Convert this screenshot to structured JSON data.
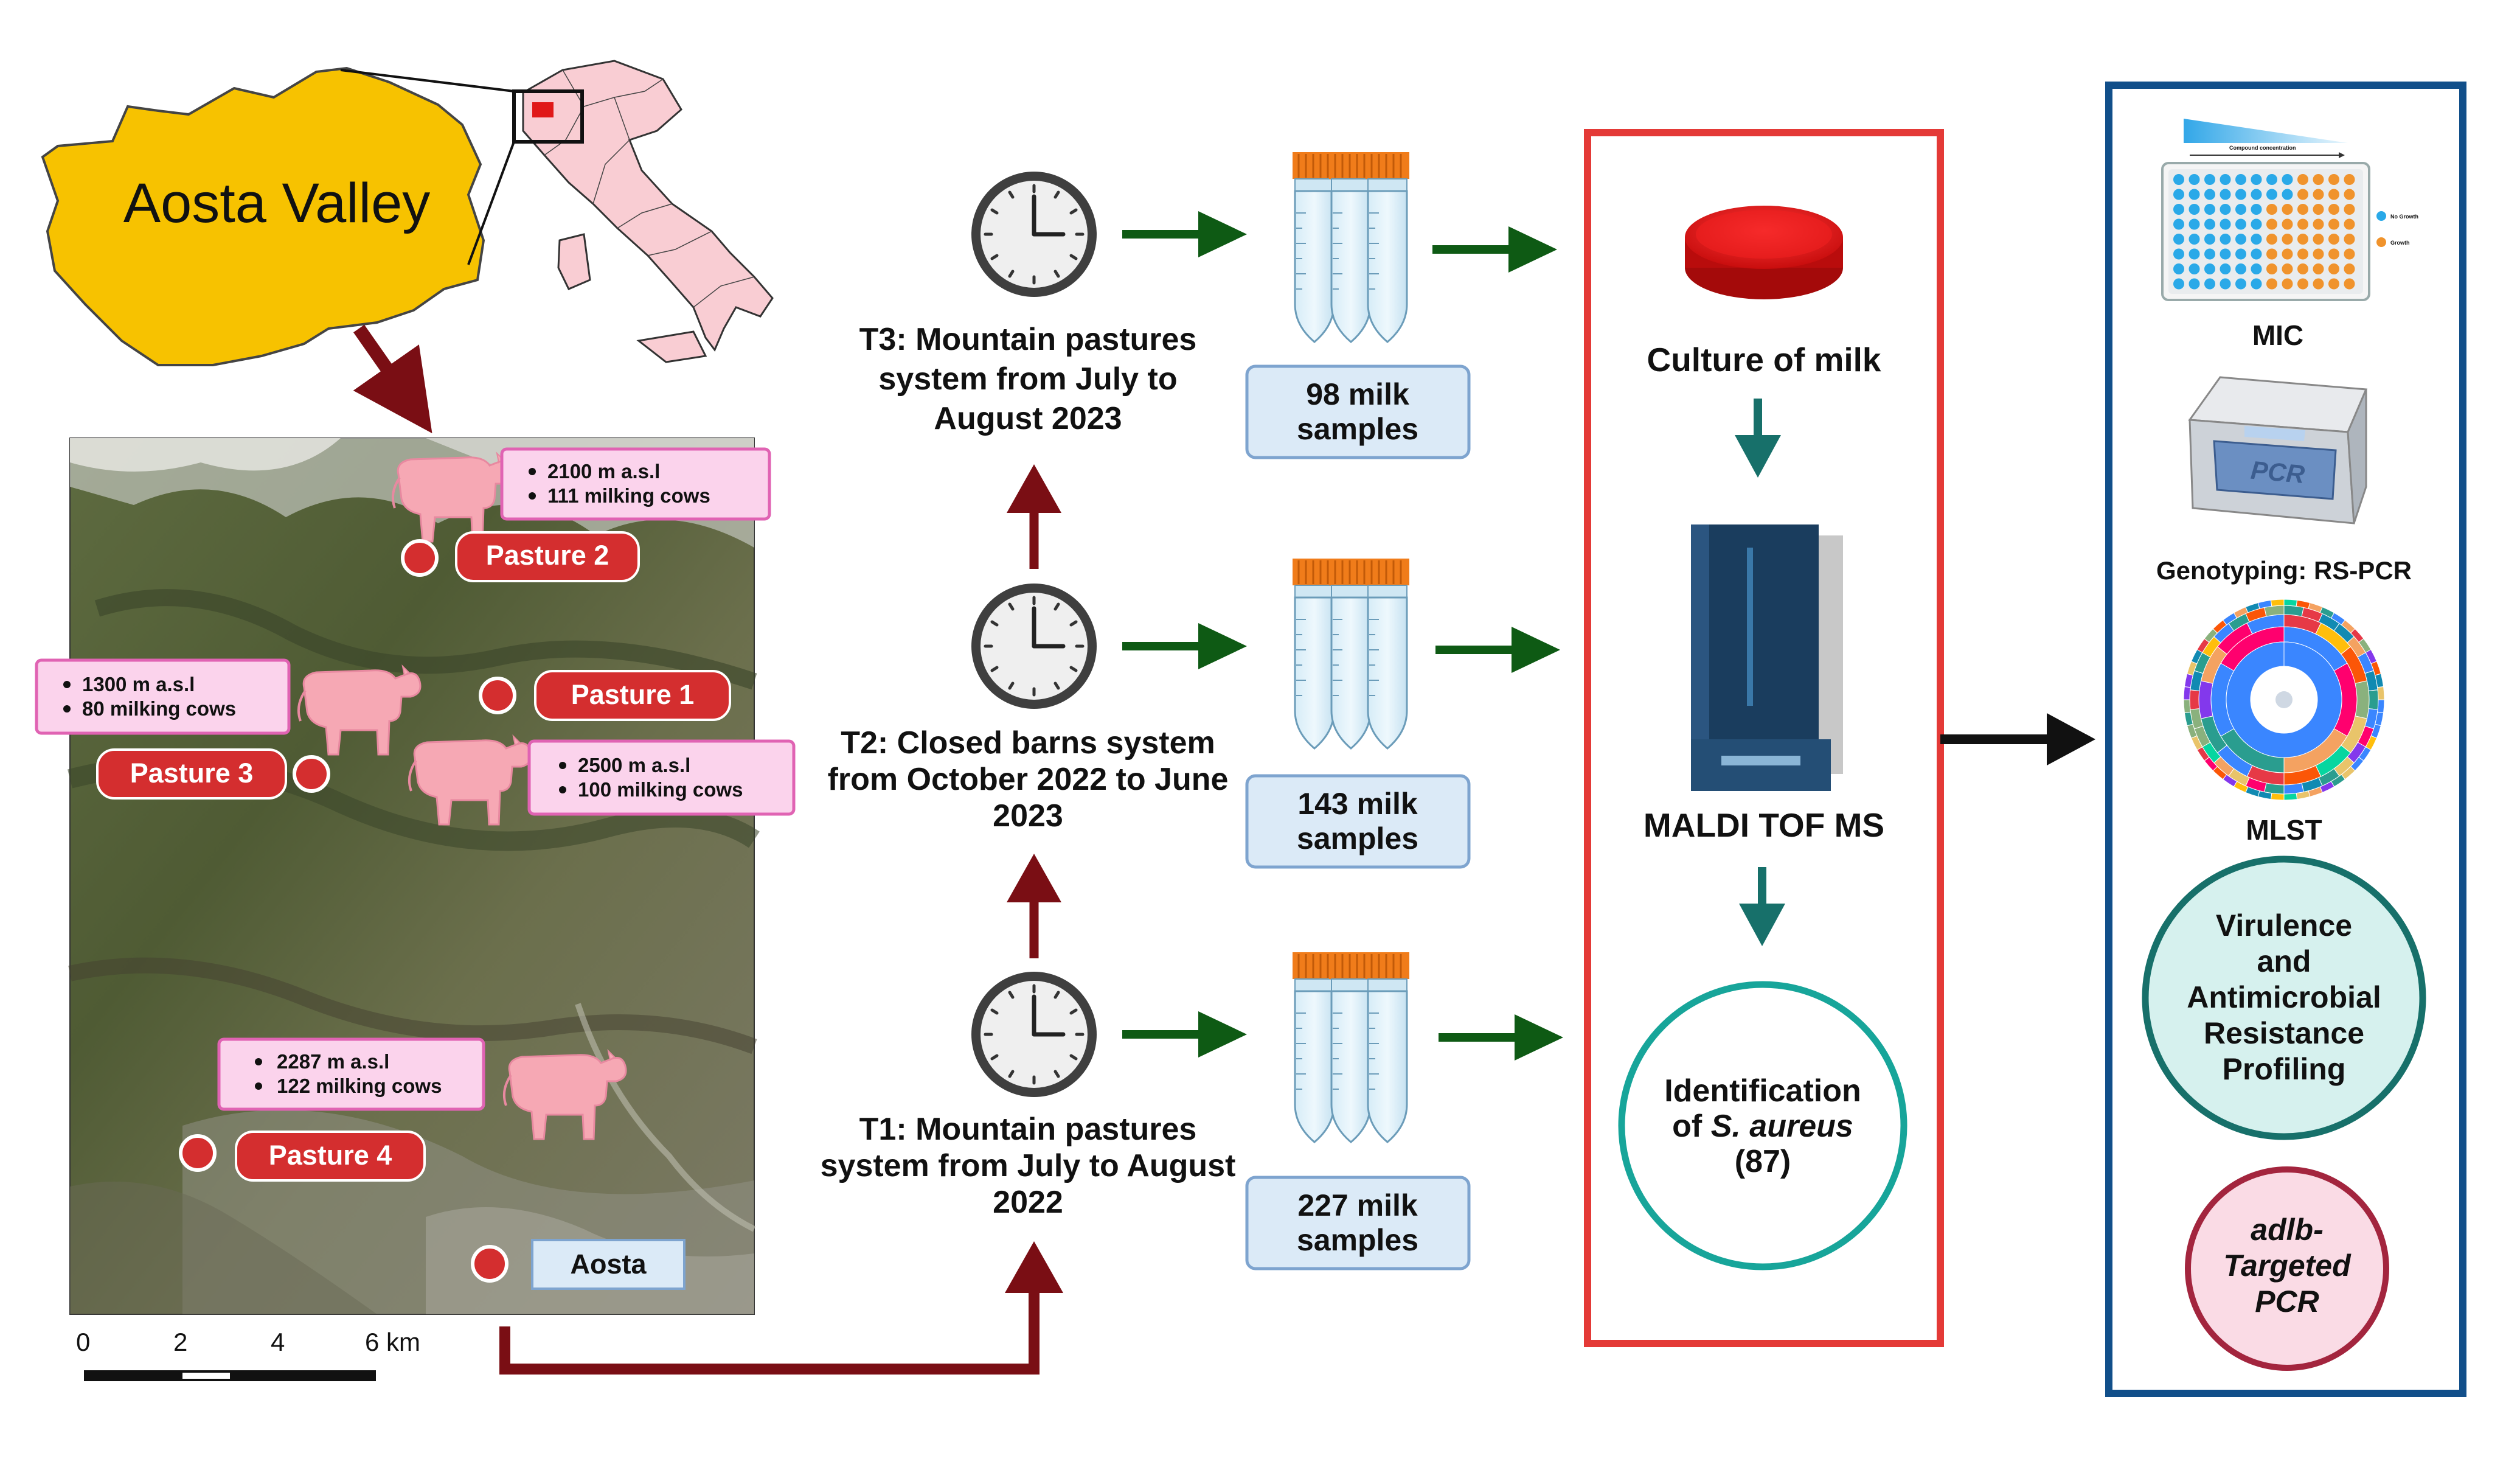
{
  "map": {
    "region_label": "Aosta Valley",
    "scale_ticks": [
      "0",
      "2",
      "4",
      "6 km"
    ],
    "pastures": [
      {
        "name": "Pasture 2",
        "altitude": "2100 m a.s.l",
        "cows": "111 milking cows"
      },
      {
        "name": "Pasture 1",
        "altitude": "2500 m a.s.l",
        "cows": "100 milking cows"
      },
      {
        "name": "Pasture 3",
        "altitude": "1300 m a.s.l",
        "cows": "80 milking cows"
      },
      {
        "name": "Pasture 4",
        "altitude": "2287 m a.s.l",
        "cows": "122 milking cows"
      }
    ],
    "town": "Aosta"
  },
  "timeline": {
    "t3": [
      "T3: Mountain pastures",
      "system from July to",
      "August 2023"
    ],
    "t2": [
      "T2: Closed barns system",
      "from October 2022 to June",
      "2023"
    ],
    "t1": [
      "T1: Mountain pastures",
      "system from July to August",
      "2022"
    ]
  },
  "samples": {
    "t3": [
      "98 milk",
      "samples"
    ],
    "t2": [
      "143 milk",
      "samples"
    ],
    "t1": [
      "227 milk",
      "samples"
    ]
  },
  "lab": {
    "culture": "Culture of milk",
    "maldi": "MALDI TOF MS",
    "identification": [
      "Identification",
      "of",
      "S. aureus",
      "(87)"
    ]
  },
  "analysis": {
    "plate_title": "Compound concentration",
    "plate_legend": [
      "No Growth",
      "Growth"
    ],
    "mic": "MIC",
    "pcr_device": "PCR",
    "genotyping": "Genotyping: RS-PCR",
    "mlst": "MLST",
    "virulence": [
      "Virulence",
      "and",
      "Antimicrobial",
      "Resistance",
      "Profiling"
    ],
    "adlb": [
      "adlb-",
      "Targeted",
      "PCR"
    ]
  },
  "colors": {
    "map_yellow": "#f7c200",
    "dark_red": "#7a0e14",
    "green_arrow": "#0e5a14",
    "teal": "#17706a",
    "lab_border": "#e43a37",
    "analysis_border": "#114f8a",
    "pasture_red": "#d42e2f",
    "info_pink": "#fbd3ec",
    "sample_box": "#dbeaf7"
  }
}
